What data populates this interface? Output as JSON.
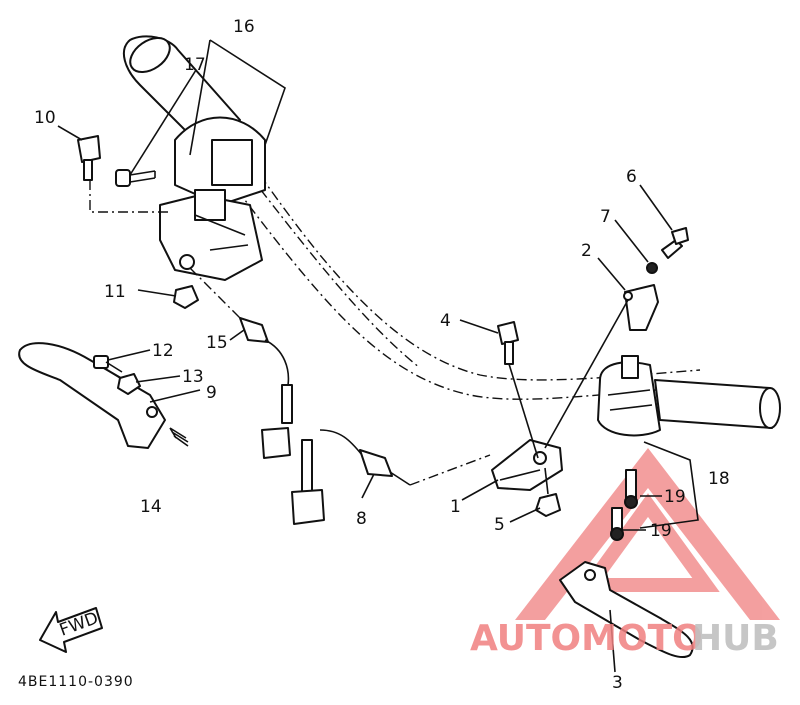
{
  "diagram": {
    "drawing_code": "4BE1110-0390",
    "fwd_label": "FWD",
    "labels": {
      "p1": "1",
      "p2": "2",
      "p3": "3",
      "p4": "4",
      "p5": "5",
      "p6": "6",
      "p7": "7",
      "p8": "8",
      "p9": "9",
      "p10": "10",
      "p11": "11",
      "p12": "12",
      "p13": "13",
      "p14": "14",
      "p15": "15",
      "p16": "16",
      "p17": "17",
      "p18": "18",
      "p19a": "19",
      "p19b": "19"
    }
  },
  "watermark": {
    "part1": "AUTOMOTO",
    "part2": "HUB",
    "color_primary": "#f08080",
    "color_secondary": "#c8c8c8"
  }
}
